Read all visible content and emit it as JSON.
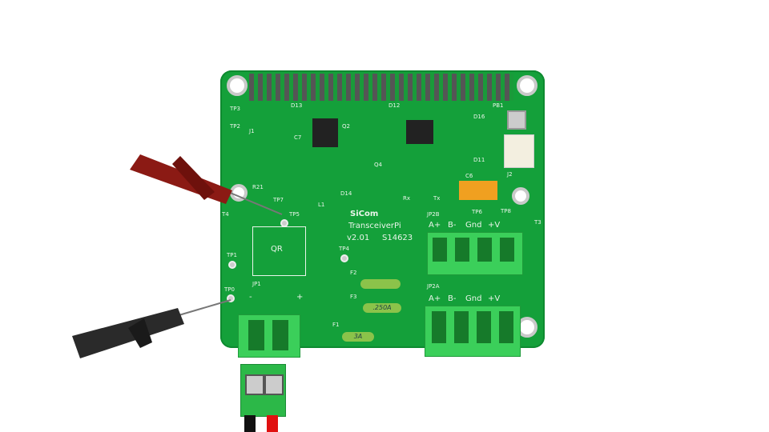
{
  "board": {
    "brand": "SiCom",
    "product": "TransceiverPi",
    "version": "v2.01",
    "serial": "S14623",
    "qr_label": "QR",
    "test_points": [
      "TP3",
      "TP2",
      "TP7",
      "TP5",
      "TP1",
      "TP0",
      "TP4",
      "TP6",
      "TP8"
    ],
    "designators": [
      "J1",
      "T4",
      "T3",
      "J2",
      "PB1",
      "D13",
      "D12",
      "L1",
      "D14",
      "R21",
      "Q2",
      "Q4",
      "C7",
      "C6",
      "D16",
      "D11"
    ],
    "jp1": {
      "label": "JP1",
      "minus": "-",
      "plus": "+"
    },
    "jp2b": {
      "label": "JP2B",
      "pins": [
        "A+",
        "B-",
        "Gnd",
        "+V"
      ]
    },
    "jp2a": {
      "label": "JP2A",
      "pins": [
        "A+",
        "B-",
        "Gnd",
        "+V"
      ]
    },
    "fuses": [
      {
        "label": "F2",
        "rating": ""
      },
      {
        "label": "F3",
        "rating": ".250A"
      },
      {
        "label": "F1",
        "rating": "3A"
      }
    ],
    "rx_tx": [
      "Rx",
      "Tx"
    ]
  },
  "colors": {
    "pcb": "#14a03a",
    "terminal": "#3bcf5a",
    "probe_red": "#8b1a14",
    "probe_black": "#2a2a2a"
  }
}
